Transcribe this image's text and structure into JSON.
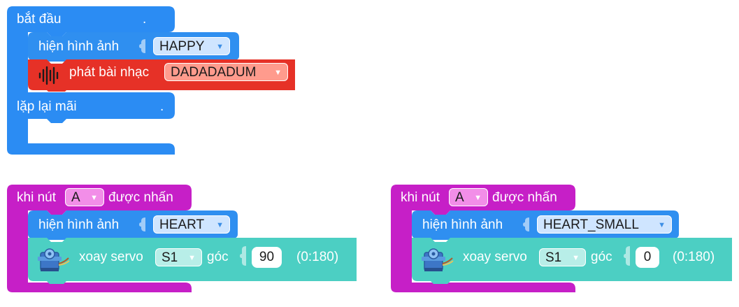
{
  "colors": {
    "event_blue": "#2b8cf3",
    "display_blue": "#2f8ff0",
    "music_red": "#e63127",
    "event_magenta": "#c61fc7",
    "servo_teal": "#4ccfc3"
  },
  "start_block": {
    "header_label": "bắt đầu",
    "header_dot": ".",
    "show_image": {
      "label": "hiện hình ảnh",
      "value": "HAPPY"
    },
    "play_melody": {
      "label": "phát bài nhạc",
      "value": "DADADADUM",
      "icon": "sound-wave-icon"
    },
    "loop_label": "lặp lại mãi",
    "loop_dot": "."
  },
  "button_blocks": [
    {
      "event_label_pre": "khi nút",
      "button_value": "A",
      "event_label_post": "được nhấn",
      "show_image": {
        "label": "hiện hình ảnh",
        "value": "HEART"
      },
      "servo": {
        "label": "xoay servo",
        "pin": "S1",
        "angle_label": "góc",
        "angle": "90",
        "range": "(0:180)",
        "icon": "servo-motor-icon"
      }
    },
    {
      "event_label_pre": "khi nút",
      "button_value": "A",
      "event_label_post": "được nhấn",
      "show_image": {
        "label": "hiện hình ảnh",
        "value": "HEART_SMALL"
      },
      "servo": {
        "label": "xoay servo",
        "pin": "S1",
        "angle_label": "góc",
        "angle": "0",
        "range": "(0:180)",
        "icon": "servo-motor-icon"
      }
    }
  ]
}
